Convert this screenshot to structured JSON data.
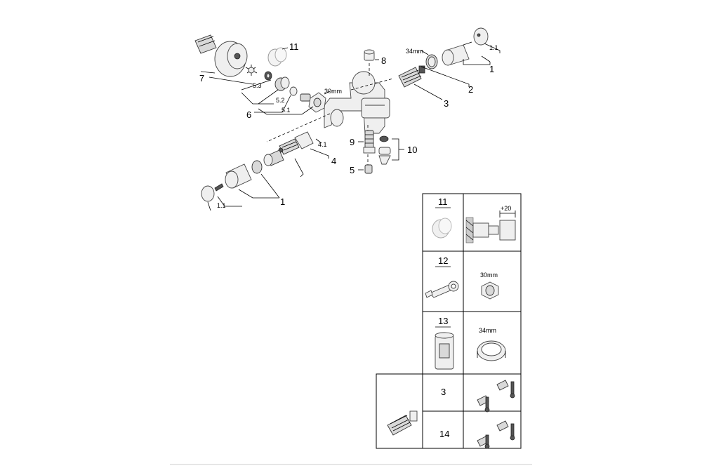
{
  "callouts": {
    "p1_top": "1",
    "p1_1_top": "1.1",
    "p2": "2",
    "p3": "3",
    "p34mm": "34mm",
    "p8": "8",
    "p11": "11",
    "p7": "7",
    "p5_3": "5.3",
    "p5_2": "5.2",
    "p5_1": "5.1",
    "p6": "6",
    "p30mm": "30mm",
    "p9": "9",
    "p10": "10",
    "p5": "5",
    "p4": "4",
    "p4_1": "4.1",
    "p1_bottom": "1",
    "p1_1_bottom": "1.1"
  },
  "accessory_table": {
    "row11": {
      "label": "11",
      "dimension": "+20"
    },
    "row12": {
      "label": "12",
      "size": "30mm"
    },
    "row13": {
      "label": "13",
      "size": "34mm"
    },
    "row3": {
      "label": "3"
    },
    "row14": {
      "label": "14"
    }
  }
}
